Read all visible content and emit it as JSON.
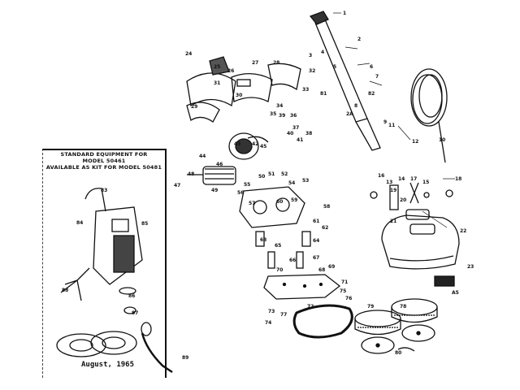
{
  "kit_box": {
    "line1": "STANDARD EQUIPMENT FOR",
    "line2": "MODEL 50461",
    "line3": "AVAILABLE AS KIT FOR MODEL 50481"
  },
  "date": "August, 1965",
  "part_numbers": [
    "1",
    "2",
    "3",
    "4",
    "5",
    "6",
    "7",
    "8",
    "9",
    "10",
    "11",
    "12",
    "13",
    "14",
    "15",
    "16",
    "17",
    "18",
    "19",
    "20",
    "21",
    "22",
    "23",
    "A5",
    "2A",
    "81",
    "82",
    "24",
    "25",
    "26",
    "27",
    "28",
    "29",
    "30",
    "31",
    "32",
    "33",
    "34",
    "35",
    "36",
    "37",
    "38",
    "39",
    "40",
    "41",
    "42",
    "43",
    "44",
    "45",
    "46",
    "47",
    "48",
    "49",
    "50",
    "51",
    "52",
    "53",
    "54",
    "55",
    "56",
    "57",
    "58",
    "59",
    "60",
    "61",
    "62",
    "63",
    "64",
    "65",
    "66",
    "67",
    "68",
    "69",
    "70",
    "71",
    "72",
    "73",
    "74",
    "75",
    "76",
    "77",
    "78",
    "79",
    "80",
    "83",
    "84",
    "85",
    "86",
    "87",
    "88",
    "89"
  ]
}
